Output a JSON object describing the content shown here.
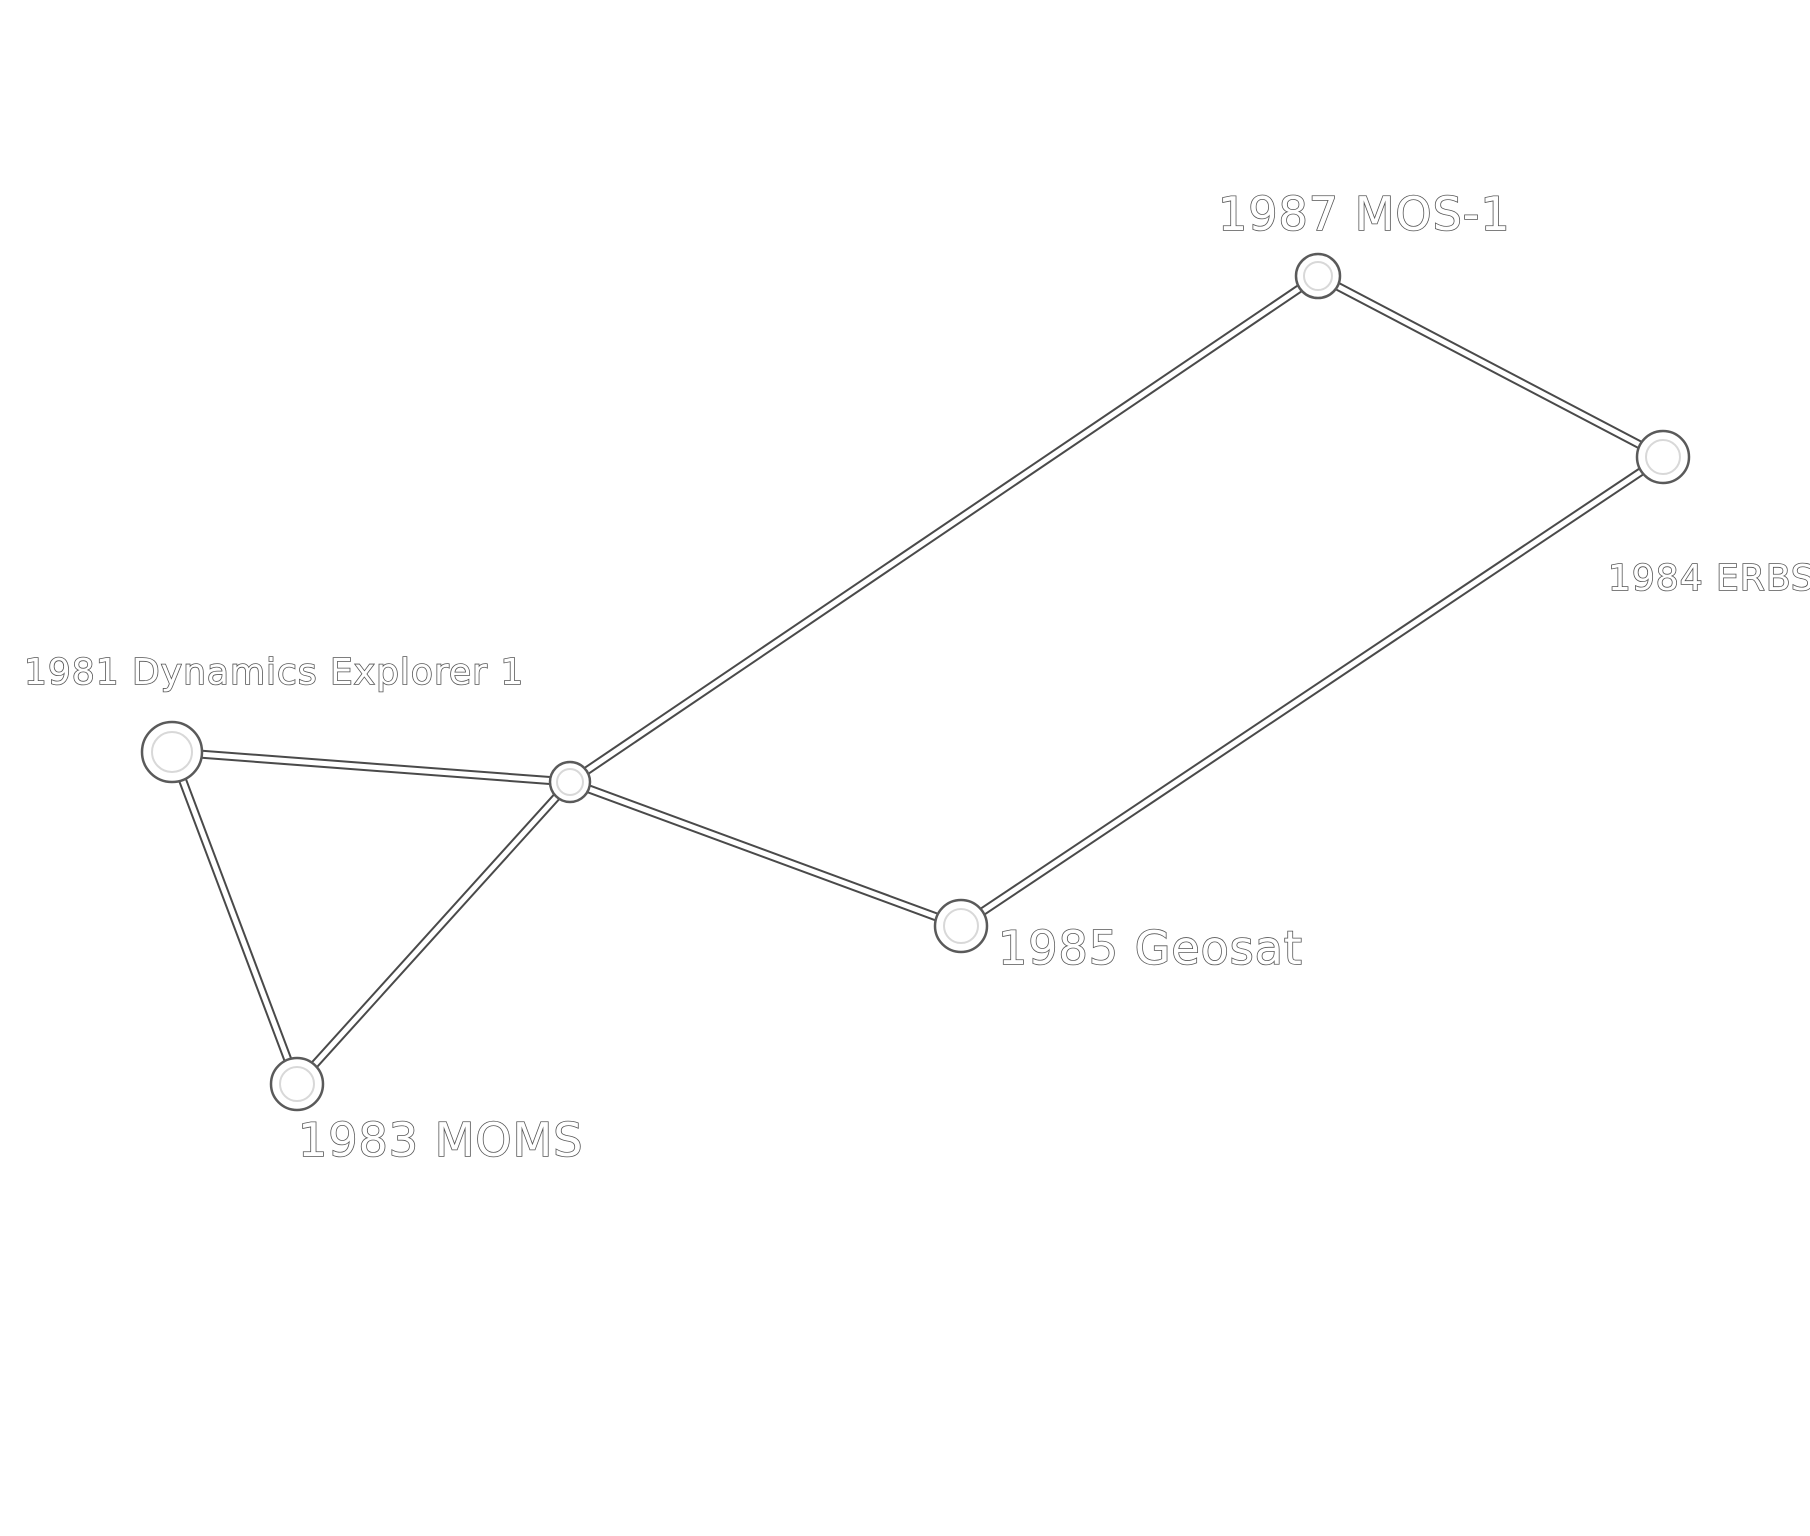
{
  "diagram": {
    "nodes": [
      {
        "id": "hub",
        "label": ""
      },
      {
        "id": "dynamics",
        "label": "1981 Dynamics Explorer 1"
      },
      {
        "id": "moms",
        "label": "1983 MOMS"
      },
      {
        "id": "mos",
        "label": "1987 MOS-1"
      },
      {
        "id": "erbs",
        "label": "1984 ERBS"
      },
      {
        "id": "geosat",
        "label": "1985 Geosat"
      }
    ],
    "edges": [
      [
        "dynamics",
        "hub"
      ],
      [
        "dynamics",
        "moms"
      ],
      [
        "moms",
        "hub"
      ],
      [
        "hub",
        "mos"
      ],
      [
        "mos",
        "erbs"
      ],
      [
        "erbs",
        "geosat"
      ],
      [
        "geosat",
        "hub"
      ]
    ],
    "colors": {
      "background": "#ffffff",
      "outline": "#4a4a4a",
      "fill": "#ffffff"
    }
  }
}
